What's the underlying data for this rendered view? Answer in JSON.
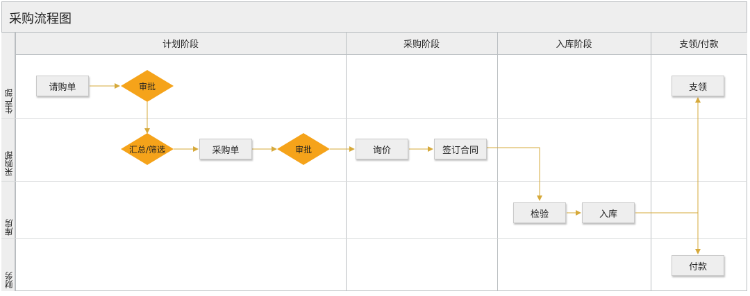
{
  "title": "采购流程图",
  "columns": [
    "计划阶段",
    "采购阶段",
    "入库阶段",
    "支领/付款"
  ],
  "rows": [
    "生产部",
    "采购部",
    "库房",
    "财务"
  ],
  "nodes": {
    "request_form": "请购单",
    "approve_1": "审批",
    "summarize": "汇总/筛选",
    "purchase_order": "采购单",
    "approve_2": "审批",
    "inquiry": "询价",
    "sign_contract": "签订合同",
    "inspect": "检验",
    "warehouse_in": "入库",
    "requisition": "支领",
    "payment": "付款"
  },
  "colors": {
    "decision": "#f5a31a",
    "connector": "#d6a93a",
    "grid": "#b9bdc0"
  }
}
